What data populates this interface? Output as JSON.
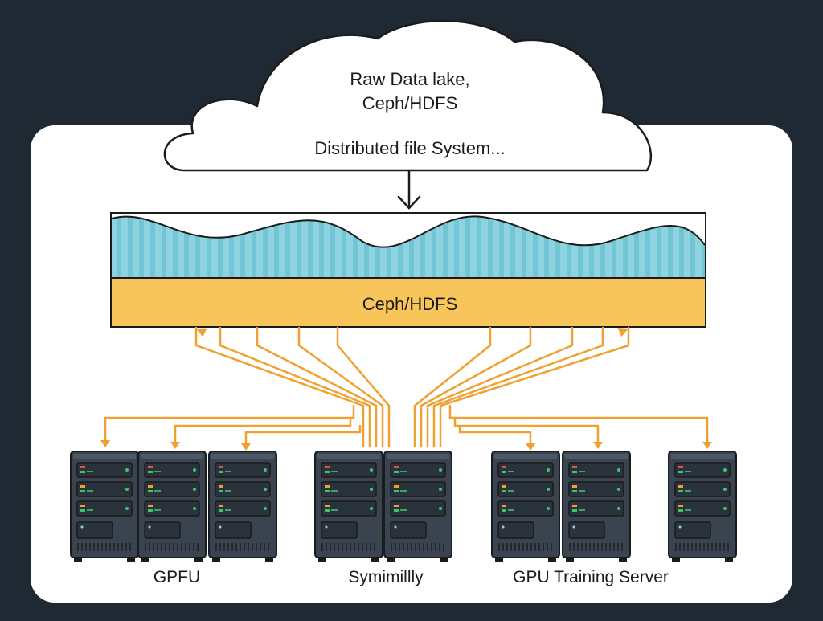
{
  "cloud": {
    "title_line1": "Raw Data lake,",
    "title_line2": "Ceph/HDFS",
    "subtitle": "Distributed file System..."
  },
  "storage": {
    "label": "Ceph/HDFS"
  },
  "server_groups": [
    {
      "label": "GPFU",
      "server_count": 3
    },
    {
      "label": "Symimillly",
      "server_count": 2
    },
    {
      "label": "GPU Training Server",
      "server_count": 3
    }
  ],
  "colors": {
    "background": "#1f2933",
    "panel": "#ffffff",
    "wave": "#8fd3e0",
    "band": "#f7c55a",
    "connector": "#f0a030",
    "server_body": "#3a4450",
    "led_green": "#3ec46d",
    "led_orange": "#f0a030",
    "led_red": "#e05050"
  },
  "icons": {
    "arrow": "down-arrow-icon",
    "server": "server-rack-icon",
    "cloud": "cloud-icon"
  }
}
